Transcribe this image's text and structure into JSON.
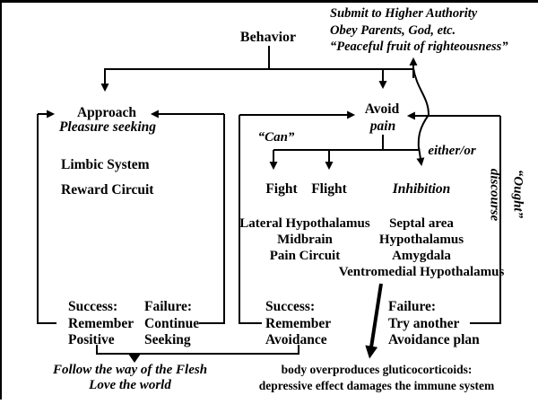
{
  "behavior_label": "Behavior",
  "submission_note": {
    "line1": "Submit to Higher Authority",
    "line2": "Obey Parents, God, etc.",
    "line3": "“Peaceful fruit of righteousness”"
  },
  "approach_branch": {
    "title": "Approach",
    "subtitle": "Pleasure seeking",
    "systems": [
      "Limbic System",
      "Reward Circuit"
    ],
    "success": {
      "l1": "Success:",
      "l2": "Remember",
      "l3": "Positive"
    },
    "failure": {
      "l1": "Failure:",
      "l2": "Continue",
      "l3": "Seeking"
    },
    "outcome": {
      "line1": "Follow the way of the Flesh",
      "line2": "Love the world"
    }
  },
  "avoid_branch": {
    "title": "Avoid",
    "subtitle": "pain",
    "can_label": "“Can”",
    "either_or_label": "either/or",
    "options": {
      "fight": "Fight",
      "flight": "Flight",
      "inhibition": "Inhibition"
    },
    "fight_flight_areas": [
      "Lateral Hypothalamus",
      "Midbrain",
      "Pain Circuit"
    ],
    "inhibition_areas": [
      "Septal area",
      "Hypothalamus",
      "Amygdala",
      "Ventromedial Hypothalamus"
    ],
    "success": {
      "l1": "Success:",
      "l2": "Remember",
      "l3": "Avoidance"
    },
    "failure": {
      "l1": "Failure:",
      "l2": "Try another",
      "l3": "Avoidance plan"
    },
    "outcome": {
      "line1": "body overproduces gluticocorticoids:",
      "line2": "depressive effect damages the  immune system"
    }
  },
  "ought_labels": {
    "ought": "“Ought”",
    "discourse": "discourse"
  },
  "colors": {
    "ink": "#000000",
    "background": "#ffffff"
  }
}
